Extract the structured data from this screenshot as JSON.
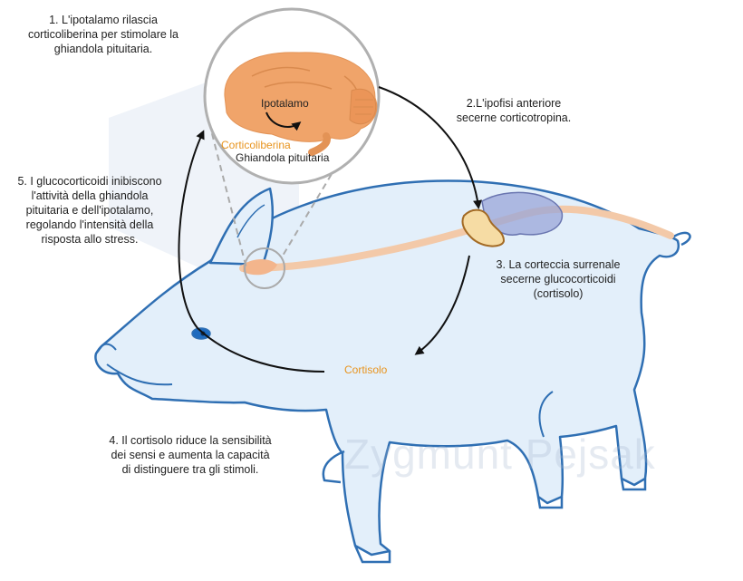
{
  "steps": {
    "step1": [
      "1. L'ipotalamo rilascia",
      "corticoliberina per stimolare la",
      "ghiandola pituitaria."
    ],
    "step2": [
      "2.L'ipofisi anteriore",
      "secerne corticotropina."
    ],
    "step3": [
      "3. La corteccia surrenale",
      "secerne glucocorticoidi",
      "(cortisolo)"
    ],
    "step4": [
      "4. Il cortisolo riduce la sensibilità",
      "dei sensi e aumenta la capacità",
      "di distinguere tra gli stimoli."
    ],
    "step5": [
      "5. I glucocorticoidi inibiscono",
      "l'attività della ghiandola",
      "pituitaria e dell'ipotalamo,",
      "regolando l'intensità della",
      "risposta allo stress."
    ]
  },
  "brain_labels": {
    "hypothalamus": "Ipotalamo",
    "crh": "Corticoliberina",
    "pituitary": "Ghiandola pituitaria"
  },
  "cortisol_label": "Cortisolo",
  "watermark": "Zygmunt Pejsak",
  "colors": {
    "pig_fill": "#e3effa",
    "pig_outline": "#2f6fb3",
    "brain": "#f0a46a",
    "pathway": "#f3c9a8",
    "adrenal": "#f6dca4",
    "kidney": "#9aa5d8",
    "accent_orange": "#e8941e",
    "arrow": "#111111",
    "lens": "#aaaaaa"
  }
}
